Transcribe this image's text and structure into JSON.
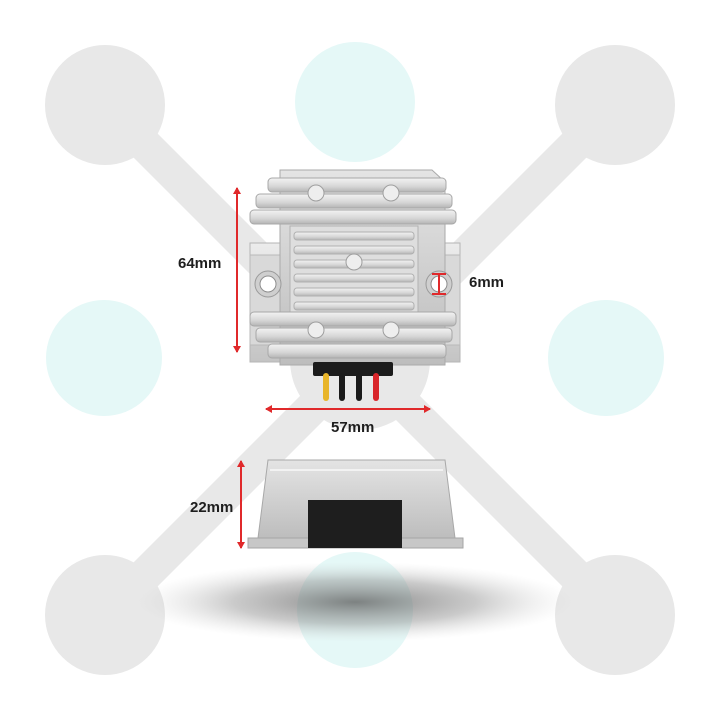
{
  "dimensions": {
    "height_label": "64mm",
    "width_label": "57mm",
    "hole_label": "6mm",
    "thickness_label": "22mm"
  },
  "colors": {
    "background_blob": "#e8e8e8",
    "accent_circle": "#e5f8f7",
    "dimension_arrow": "#e0292b",
    "aluminum_light": "#e2e2e2",
    "aluminum_mid": "#cfcfcf",
    "aluminum_dark": "#a9a9a9",
    "wire_yellow": "#e8b52a",
    "wire_black": "#1a1a1a",
    "wire_red": "#d8252a"
  }
}
